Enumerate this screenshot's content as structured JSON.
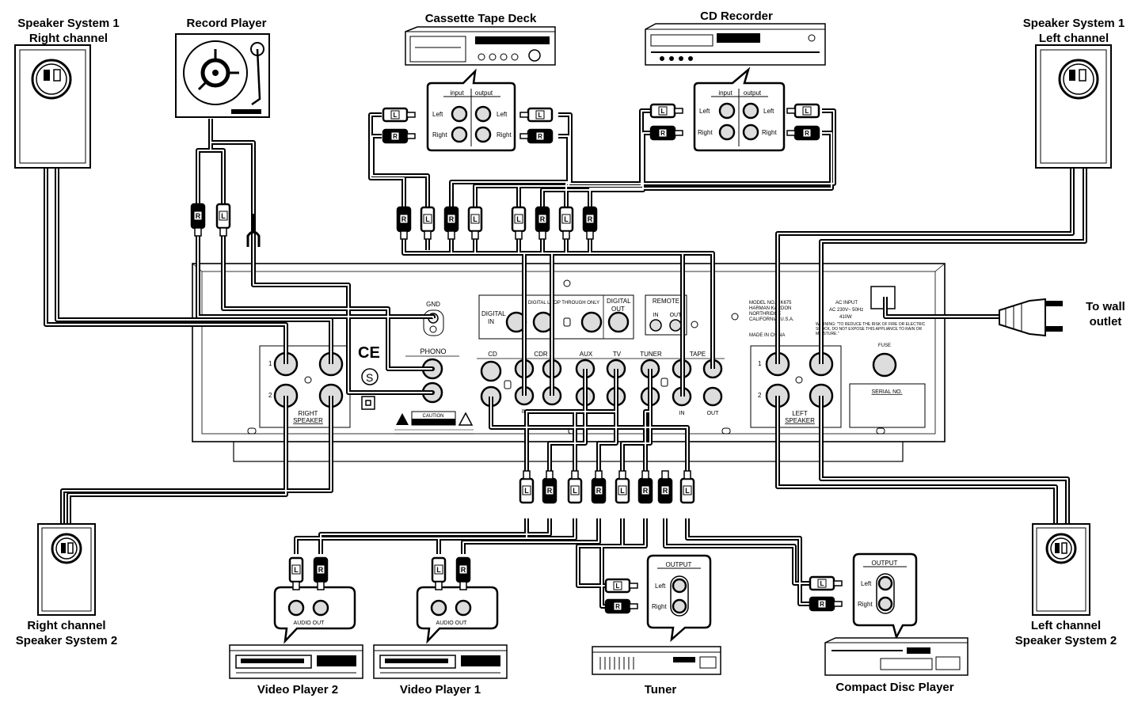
{
  "labels": {
    "speaker_1_right": [
      "Speaker System 1",
      "Right channel"
    ],
    "speaker_1_left": [
      "Speaker System 1",
      "Left channel"
    ],
    "speaker_2_right": [
      "Right channel",
      "Speaker System 2"
    ],
    "speaker_2_left": [
      "Left channel",
      "Speaker System 2"
    ],
    "record_player": "Record Player",
    "cassette_deck": "Cassette Tape Deck",
    "cd_recorder": "CD Recorder",
    "wall_outlet": [
      "To wall",
      "outlet"
    ],
    "video_player_2": "Video Player 2",
    "video_player_1": "Video Player 1",
    "tuner": "Tuner",
    "cd_player": "Compact Disc Player"
  },
  "callouts": {
    "input": "input",
    "output": "output",
    "left": "Left",
    "right": "Right",
    "output_caps": "OUTPUT",
    "audio_out": "AUDIO OUT"
  },
  "plugs": {
    "l": "L",
    "r": "R"
  },
  "panel": {
    "gnd": "GND",
    "phono": "PHONO",
    "left": "LEFT",
    "right": "RIGHT",
    "digital_in": [
      "DIGITAL",
      "IN"
    ],
    "digital_loop": "DIGITAL LOOP THROUGH ONLY",
    "digital_out": [
      "DIGITAL",
      "OUT"
    ],
    "remote": "REMOTE",
    "remote_in": "IN",
    "remote_out": "OUT",
    "cd": "CD",
    "cdr": "CDR",
    "aux": "AUX",
    "tv": "TV",
    "tuner": "TUNER",
    "tape": "TAPE",
    "in": "IN",
    "out": "OUT",
    "right_speaker": [
      "RIGHT",
      "SPEAKER"
    ],
    "left_speaker": [
      "LEFT",
      "SPEAKER"
    ],
    "one": "1",
    "two": "2",
    "caution": "CAUTION",
    "model": [
      "MODEL NO. HK675",
      "HARMAN KARDON",
      "NORTHRIDGE",
      "CALIFORNIA, U.S.A."
    ],
    "made_in": "MADE IN CHINA",
    "ac_input": [
      "AC INPUT",
      "AC 230V~ 50Hz",
      "410W"
    ],
    "warning": "WARNING: \"TO REDUCE THE RISK OF FIRE OR ELECTRIC SHOCK, DO NOT EXPOSE THIS APPLIANCE TO RAIN OR MOISTURE.\"",
    "fuse": "FUSE",
    "serial": "SERIAL NO."
  }
}
